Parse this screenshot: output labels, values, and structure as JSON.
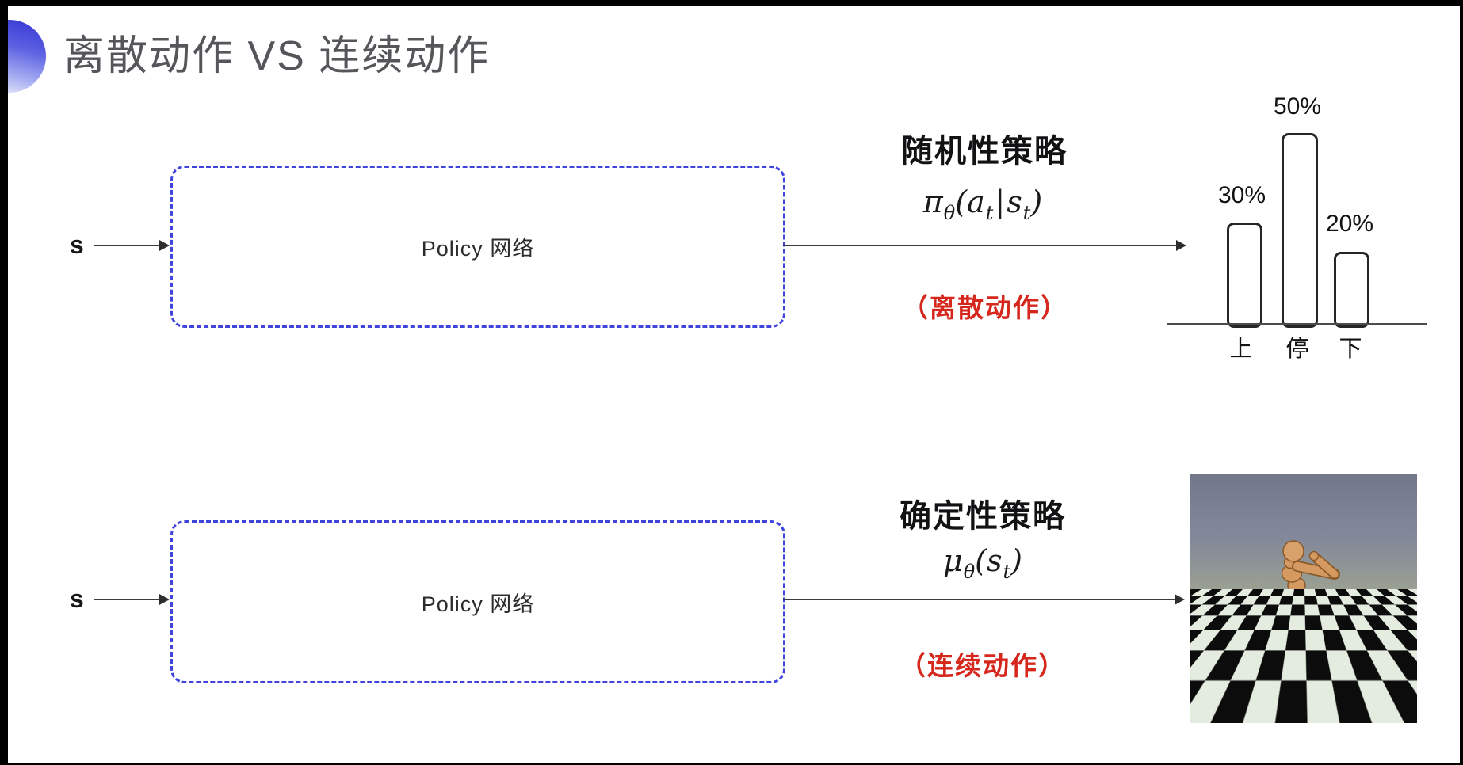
{
  "slide": {
    "title": "离散动作 VS 连续动作",
    "accent_color": "#4044dd",
    "note_color": "#d6271c",
    "box_border_color": "#4044dd"
  },
  "sections": {
    "discrete": {
      "input_label": "s",
      "box_label": "Policy 网络",
      "policy_type": "随机性策略",
      "formula": {
        "symbol": "π",
        "theta": "θ",
        "open": "(",
        "a": "a",
        "a_sub": "t",
        "bar": "|",
        "s": "s",
        "s_sub": "t",
        "close": ")"
      },
      "action_note": "（离散动作）"
    },
    "continuous": {
      "input_label": "s",
      "box_label": "Policy 网络",
      "policy_type": "确定性策略",
      "formula": {
        "symbol": "μ",
        "theta": "θ",
        "open": "(",
        "s": "s",
        "s_sub": "t",
        "close": ")"
      },
      "action_note": "（连续动作）"
    }
  },
  "chart_data": {
    "type": "bar",
    "categories": [
      "上",
      "停",
      "下"
    ],
    "values": [
      30,
      50,
      20
    ],
    "value_labels": [
      "30%",
      "50%",
      "20%"
    ],
    "title": "",
    "xlabel": "",
    "ylabel": "",
    "ylim": [
      0,
      100
    ],
    "grid": false,
    "legend": false
  },
  "figure": {
    "name": "mujoco-humanoid-on-checkerboard"
  }
}
